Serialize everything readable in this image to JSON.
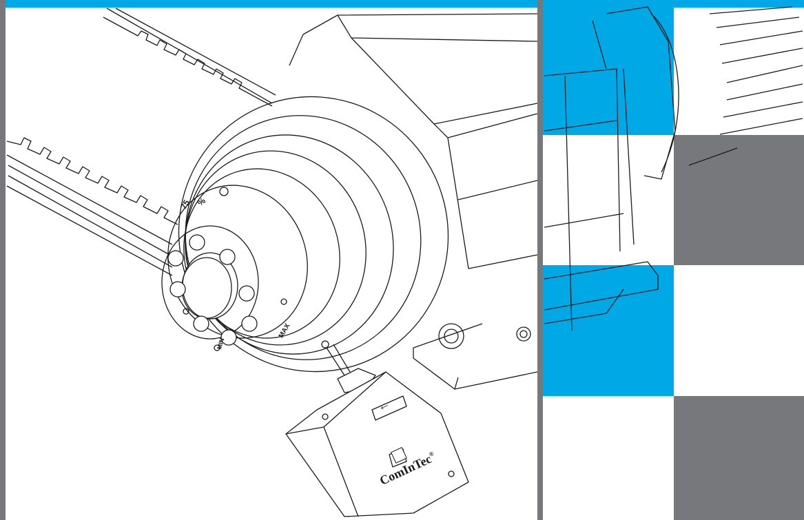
{
  "brand": {
    "logo_text": "ComInTec",
    "registered_mark": "®"
  },
  "dial": {
    "scale_marks": [
      "75",
      "%"
    ],
    "max_label": "MAX",
    "min_label": "MIN"
  },
  "colors": {
    "accent_blue": "#00a8e6",
    "panel_gray": "#77787b",
    "line": "#1a1a1a",
    "paper": "#ffffff"
  },
  "icons": {
    "direction_arrow": "left-arrow-icon",
    "logo_mark": "cominec-logo-icon"
  }
}
